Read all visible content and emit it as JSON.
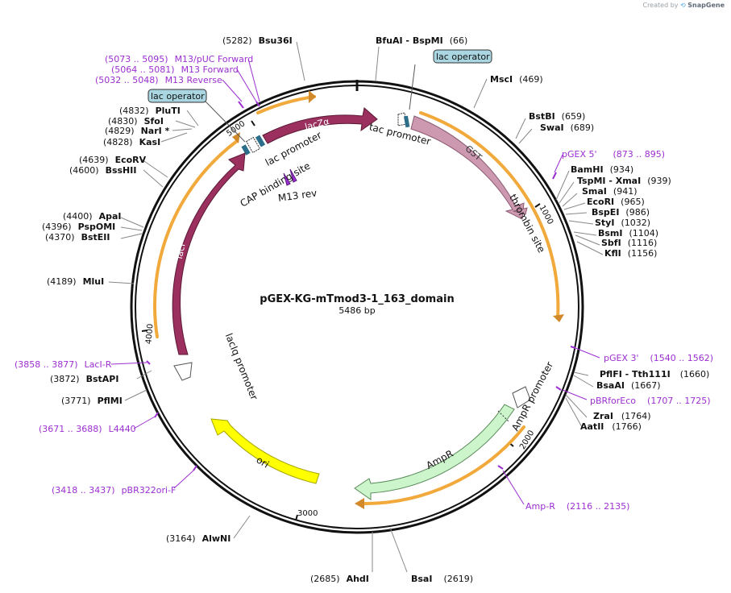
{
  "credit": {
    "prefix": "Created by",
    "brand": "SnapGene"
  },
  "plasmid": {
    "name": "pGEX-KG-mTmod3-1_163_domain",
    "length": "5486 bp"
  },
  "ticks": [
    "1000",
    "2000",
    "3000",
    "4000",
    "5000"
  ],
  "sites": [
    {
      "id": "bsu36i",
      "name": "Bsu36I",
      "pos": "(5282)",
      "side": "left"
    },
    {
      "id": "bfuai",
      "name": "BfuAI  -  BspMI",
      "pos": "(66)",
      "side": "right"
    },
    {
      "id": "msci",
      "name": "MscI",
      "pos": "(469)",
      "side": "right"
    },
    {
      "id": "bstbi",
      "name": "BstBI",
      "pos": "(659)",
      "side": "right"
    },
    {
      "id": "swai",
      "name": "SwaI",
      "pos": "(689)",
      "side": "right"
    },
    {
      "id": "bamhi",
      "name": "BamHI",
      "pos": "(934)",
      "side": "right"
    },
    {
      "id": "tspmi",
      "name": "TspMI  -  XmaI",
      "pos": "(939)",
      "side": "right"
    },
    {
      "id": "smai",
      "name": "SmaI",
      "pos": "(941)",
      "side": "right"
    },
    {
      "id": "ecori",
      "name": "EcoRI",
      "pos": "(965)",
      "side": "right"
    },
    {
      "id": "bspei",
      "name": "BspEI",
      "pos": "(986)",
      "side": "right"
    },
    {
      "id": "styi",
      "name": "StyI",
      "pos": "(1032)",
      "side": "right"
    },
    {
      "id": "bsmi",
      "name": "BsmI",
      "pos": "(1104)",
      "side": "right"
    },
    {
      "id": "sbfi",
      "name": "SbfI",
      "pos": "(1116)",
      "side": "right"
    },
    {
      "id": "kfli",
      "name": "KflI",
      "pos": "(1156)",
      "side": "right"
    },
    {
      "id": "pflfi",
      "name": "PflFI  -  Tth111I",
      "pos": "(1660)",
      "side": "right"
    },
    {
      "id": "bsaai",
      "name": "BsaAI",
      "pos": "(1667)",
      "side": "right"
    },
    {
      "id": "zrai",
      "name": "ZraI",
      "pos": "(1764)",
      "side": "right"
    },
    {
      "id": "aatii",
      "name": "AatII",
      "pos": "(1766)",
      "side": "right"
    },
    {
      "id": "bsai",
      "name": "BsaI",
      "pos": "(2619)",
      "side": "right"
    },
    {
      "id": "ahdi",
      "name": "AhdI",
      "pos": "(2685)",
      "side": "left"
    },
    {
      "id": "alwni",
      "name": "AlwNI",
      "pos": "(3164)",
      "side": "left"
    },
    {
      "id": "pflmi",
      "name": "PflMI",
      "pos": "(3771)",
      "side": "left"
    },
    {
      "id": "bstapi",
      "name": "BstAPI",
      "pos": "(3872)",
      "side": "left"
    },
    {
      "id": "mlui",
      "name": "MluI",
      "pos": "(4189)",
      "side": "left"
    },
    {
      "id": "bsteii",
      "name": "BstEII",
      "pos": "(4370)",
      "side": "left"
    },
    {
      "id": "pspomi",
      "name": "PspOMI",
      "pos": "(4396)",
      "side": "left"
    },
    {
      "id": "apai",
      "name": "ApaI",
      "pos": "(4400)",
      "side": "left"
    },
    {
      "id": "bsshii",
      "name": "BssHII",
      "pos": "(4600)",
      "side": "left"
    },
    {
      "id": "ecorv",
      "name": "EcoRV",
      "pos": "(4639)",
      "side": "left"
    },
    {
      "id": "kasi",
      "name": "KasI",
      "pos": "(4828)",
      "side": "left"
    },
    {
      "id": "narii",
      "name": "NarI *",
      "pos": "(4829)",
      "side": "left"
    },
    {
      "id": "sfoi",
      "name": "SfoI",
      "pos": "(4830)",
      "side": "left"
    },
    {
      "id": "pluti",
      "name": "PluTI",
      "pos": "(4832)",
      "side": "left"
    }
  ],
  "primers": [
    {
      "id": "m13puc",
      "name": "M13/pUC Forward",
      "range": "(5073 .. 5095)",
      "side": "left"
    },
    {
      "id": "m13fwd",
      "name": "M13 Forward",
      "range": "(5064 .. 5081)",
      "side": "left"
    },
    {
      "id": "m13rev",
      "name": "M13 Reverse",
      "range": "(5032 .. 5048)",
      "side": "left"
    },
    {
      "id": "pgex5",
      "name": "pGEX 5'",
      "range": "(873 .. 895)",
      "side": "right"
    },
    {
      "id": "pgex3",
      "name": "pGEX 3'",
      "range": "(1540 .. 1562)",
      "side": "right"
    },
    {
      "id": "pbrforeco",
      "name": "pBRforEco",
      "range": "(1707 .. 1725)",
      "side": "right"
    },
    {
      "id": "ampr",
      "name": "Amp-R",
      "range": "(2116 .. 2135)",
      "side": "right"
    },
    {
      "id": "pbr322",
      "name": "pBR322ori-F",
      "range": "(3418 .. 3437)",
      "side": "left"
    },
    {
      "id": "l4440",
      "name": "L4440",
      "range": "(3671 .. 3688)",
      "side": "left"
    },
    {
      "id": "laci_r",
      "name": "LacI-R",
      "range": "(3858 .. 3877)",
      "side": "left"
    }
  ],
  "features": {
    "laczalpha": "lacZα",
    "gst": "GST",
    "thrombin": "thrombin site",
    "tac": "tac promoter",
    "lac_operator_top": "lac operator",
    "lac_operator_left": "lac operator",
    "lac_promoter": "lac promoter",
    "cap": "CAP binding site",
    "m13rev": "M13 rev",
    "laci": "lacI",
    "laciq": "lacIq promoter",
    "ori": "ori",
    "ampr": "AmpR",
    "ampr_promoter": "AmpR promoter"
  },
  "colors": {
    "lacI": "#9b2f5e",
    "gst": "#cc99b1",
    "ori": "#ffff00",
    "ampr": "#ccf5cc",
    "orf": "#f2a93b",
    "primer": "#9c2fd1",
    "operator_box": "#a9d6e1"
  }
}
